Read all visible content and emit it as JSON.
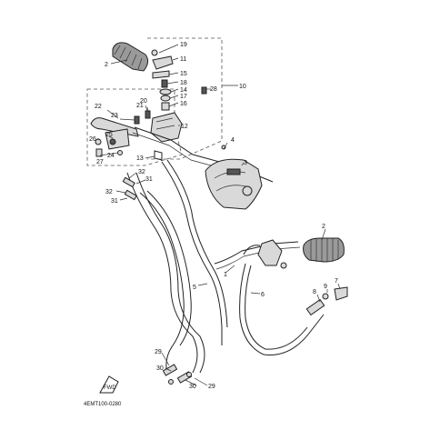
{
  "diagram": {
    "code": "4EMT100-0280",
    "fwd_label": "FWD",
    "callouts": {
      "c1": "1",
      "c2a": "2",
      "c2b": "2",
      "c3": "3",
      "c4": "4",
      "c5": "5",
      "c6": "6",
      "c7": "7",
      "c8": "8",
      "c9": "9",
      "c10": "10",
      "c11": "11",
      "c12": "12",
      "c13": "13",
      "c14": "14",
      "c15": "15",
      "c16": "16",
      "c17": "17",
      "c18": "18",
      "c19": "19",
      "c20": "20",
      "c21": "21",
      "c22": "22",
      "c23": "23",
      "c24": "24",
      "c25": "25",
      "c26": "26",
      "c27": "27",
      "c28": "28",
      "c29a": "29",
      "c29b": "29",
      "c30a": "30",
      "c30b": "30",
      "c31a": "31",
      "c31b": "31",
      "c32a": "32",
      "c32b": "32"
    }
  }
}
